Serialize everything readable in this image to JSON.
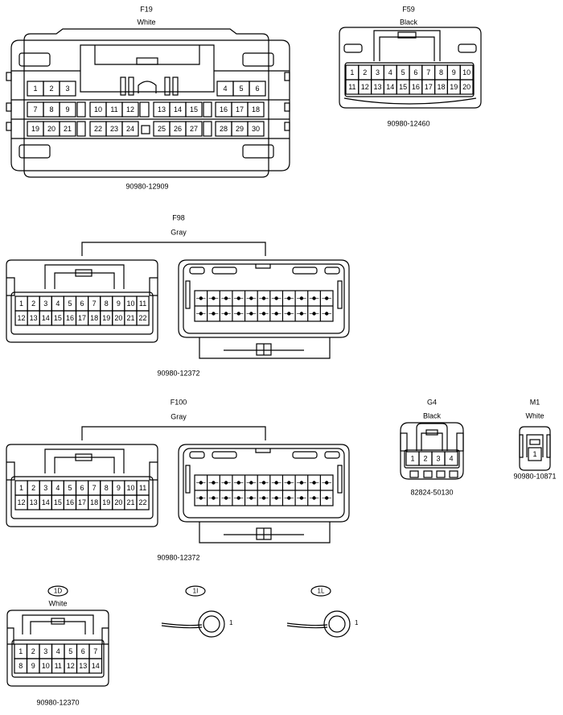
{
  "connectors": [
    {
      "id": "f19",
      "label": "F19",
      "color": "White",
      "part": "90980-12909",
      "row1": [
        "1",
        "2",
        "3",
        "4",
        "5",
        "6"
      ],
      "row2": [
        "7",
        "8",
        "9",
        "10",
        "11",
        "12",
        "13",
        "14",
        "15",
        "16",
        "17",
        "18"
      ],
      "row3": [
        "19",
        "20",
        "21",
        "22",
        "23",
        "24",
        "25",
        "26",
        "27",
        "28",
        "29",
        "30"
      ]
    },
    {
      "id": "f59",
      "label": "F59",
      "color": "Black",
      "part": "90980-12460",
      "row1": [
        "1",
        "2",
        "3",
        "4",
        "5",
        "6",
        "7",
        "8",
        "9",
        "10"
      ],
      "row2": [
        "11",
        "12",
        "13",
        "14",
        "15",
        "16",
        "17",
        "18",
        "19",
        "20"
      ]
    },
    {
      "id": "f98",
      "label": "F98",
      "color": "Gray",
      "part": "90980-12372",
      "row1": [
        "1",
        "2",
        "3",
        "4",
        "5",
        "6",
        "7",
        "8",
        "9",
        "10",
        "11"
      ],
      "row2": [
        "12",
        "13",
        "14",
        "15",
        "16",
        "17",
        "18",
        "19",
        "20",
        "21",
        "22"
      ]
    },
    {
      "id": "f100",
      "label": "F100",
      "color": "Gray",
      "part": "90980-12372",
      "row1": [
        "1",
        "2",
        "3",
        "4",
        "5",
        "6",
        "7",
        "8",
        "9",
        "10",
        "11"
      ],
      "row2": [
        "12",
        "13",
        "14",
        "15",
        "16",
        "17",
        "18",
        "19",
        "20",
        "21",
        "22"
      ]
    },
    {
      "id": "g4",
      "label": "G4",
      "color": "Black",
      "part": "82824-50130",
      "row1": [
        "1",
        "2",
        "3",
        "4"
      ]
    },
    {
      "id": "m1",
      "label": "M1",
      "color": "White",
      "part": "90980-10871",
      "row1": [
        "1"
      ]
    },
    {
      "id": "c1d",
      "label": "1D",
      "color": "White",
      "part": "90980-12370",
      "row1": [
        "1",
        "2",
        "3",
        "4",
        "5",
        "6",
        "7"
      ],
      "row2": [
        "8",
        "9",
        "10",
        "11",
        "12",
        "13",
        "14"
      ]
    },
    {
      "id": "c1i",
      "label": "1I",
      "pin": "1"
    },
    {
      "id": "c1l",
      "label": "1L",
      "pin": "1"
    }
  ]
}
